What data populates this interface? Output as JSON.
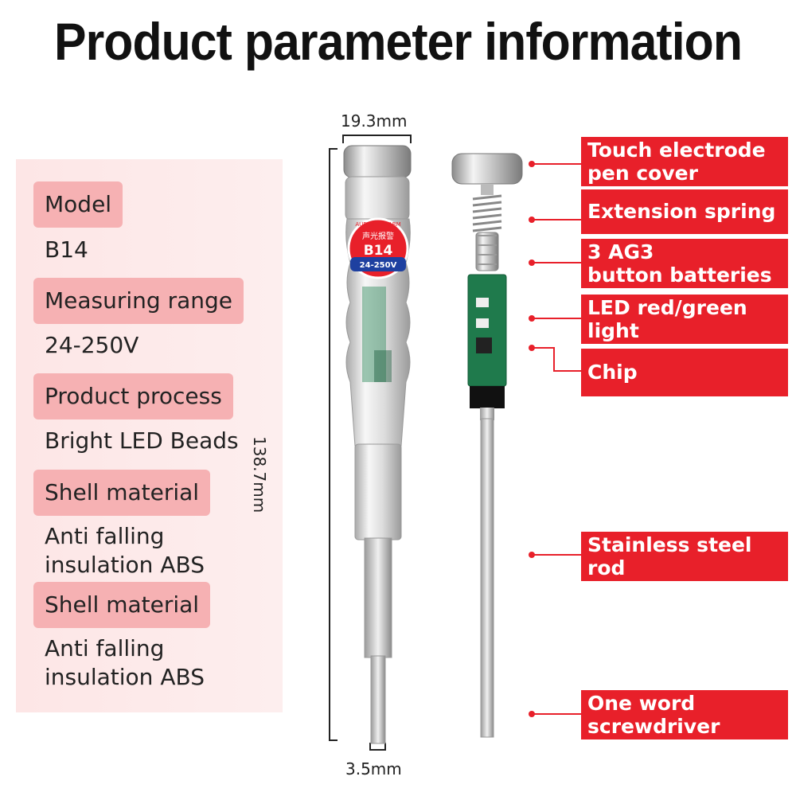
{
  "title": "Product parameter information",
  "params": [
    {
      "label": "Model",
      "value": "B14"
    },
    {
      "label": "Measuring range",
      "value": "24-250V"
    },
    {
      "label": "Product process",
      "value": "Bright LED Beads"
    },
    {
      "label": "Shell material",
      "value": "Anti falling\ninsulation ABS"
    },
    {
      "label": "Shell material",
      "value": "Anti falling\ninsulation ABS"
    }
  ],
  "dimensions": {
    "width_top": "19.3mm",
    "length": "138.7mm",
    "tip_width": "3.5mm"
  },
  "product_label": {
    "small": "AUDIBLE ALARM",
    "chinese": "声光报警",
    "model": "B14",
    "range": "24-250V"
  },
  "callouts": [
    "Touch electrode\npen cover",
    "Extension spring",
    "3 AG3\nbutton batteries",
    "LED red/green\nlight",
    "Chip",
    "Stainless steel\nrod",
    "One word\nscrewdriver"
  ],
  "colors": {
    "accent": "#e8202a",
    "tag_bg": "#f6b1b3",
    "panel_bg": "#fde9e9",
    "pcb": "#1f7a4c"
  }
}
